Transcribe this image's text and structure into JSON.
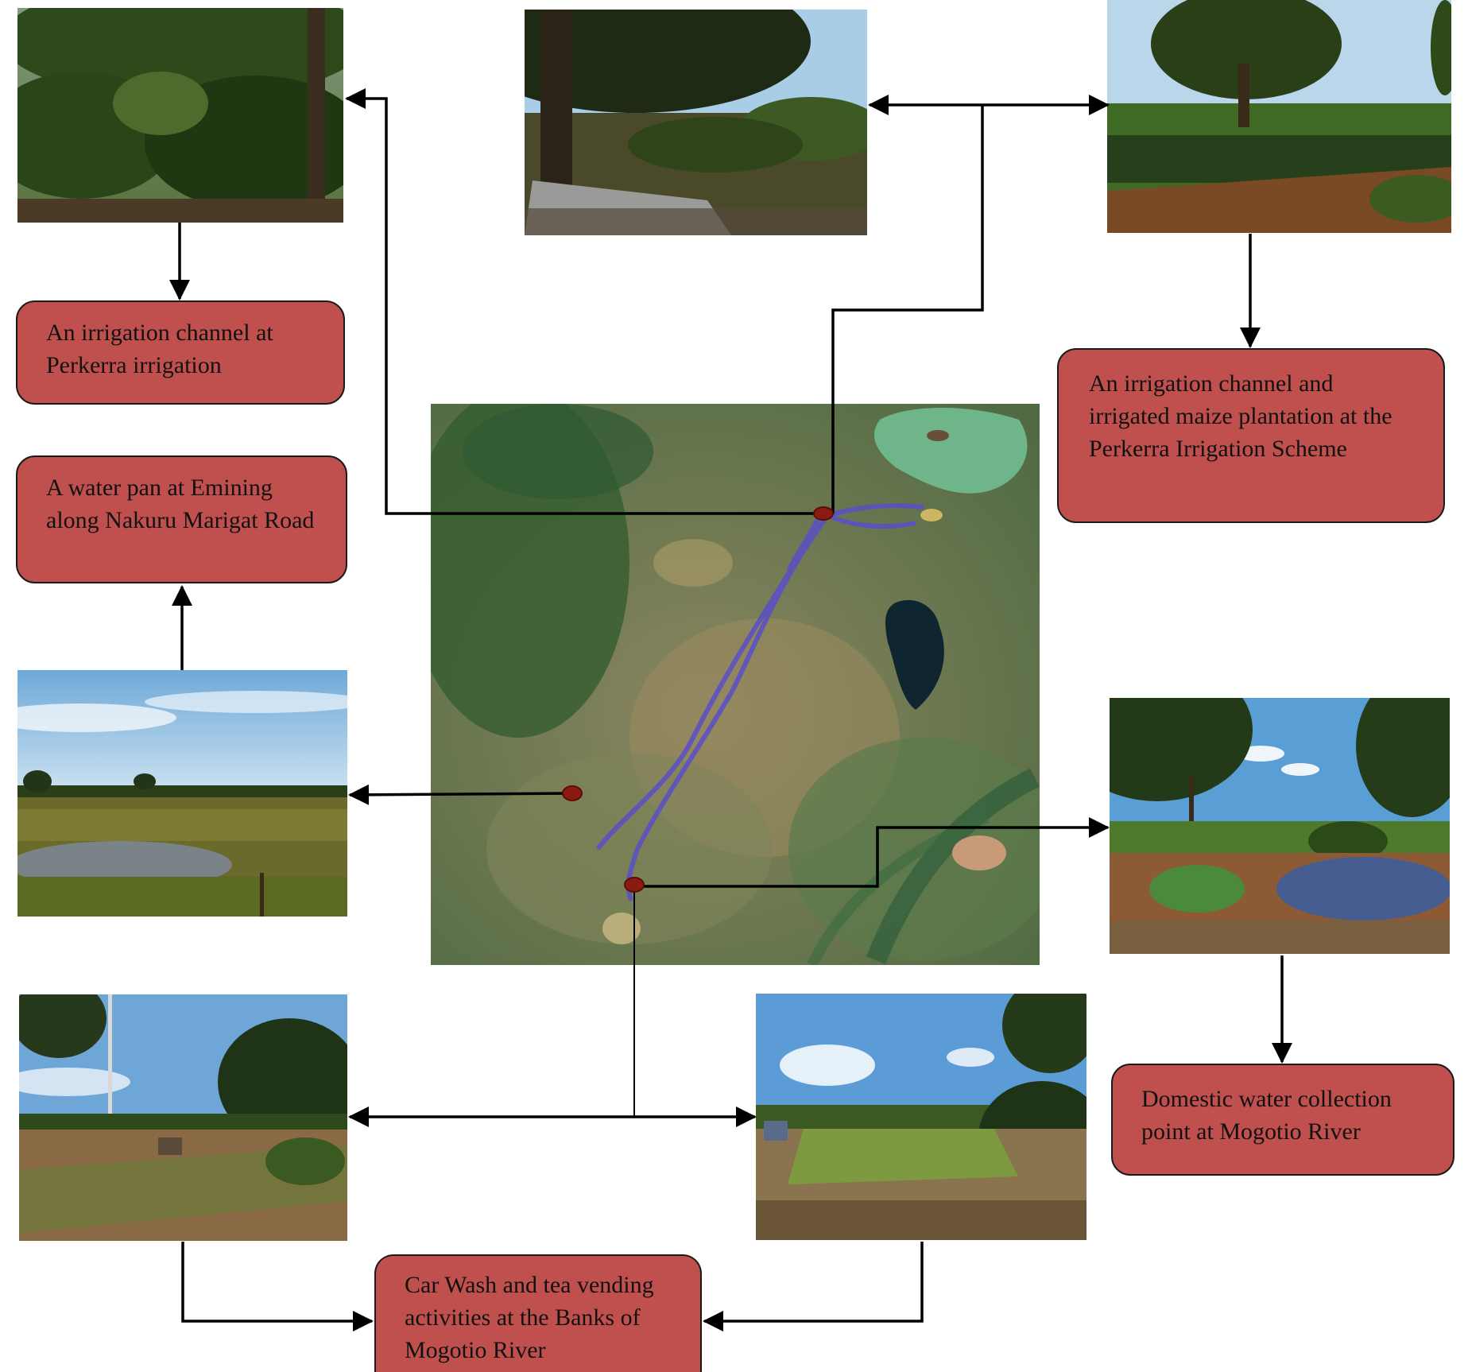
{
  "labels": {
    "perkerra_channel": "An irrigation channel at Perkerra irrigation",
    "water_pan": "A water pan at Emining along Nakuru Marigat Road",
    "maize_plantation": "An irrigation channel and irrigated maize plantation at the Perkerra Irrigation Scheme",
    "domestic_water": "Domestic water collection point at Mogotio River",
    "car_wash": "Car Wash and tea vending activities at the Banks of Mogotio River"
  },
  "colors": {
    "label_box_fill": "#c0504d",
    "label_box_border": "#1a1a1a",
    "connector": "#000000",
    "site_marker": "#8b1a10",
    "river_trace": "#5a4fc8"
  },
  "icons": {
    "site_marker": "map-pin-dot",
    "arrowhead": "triangle-arrow"
  }
}
